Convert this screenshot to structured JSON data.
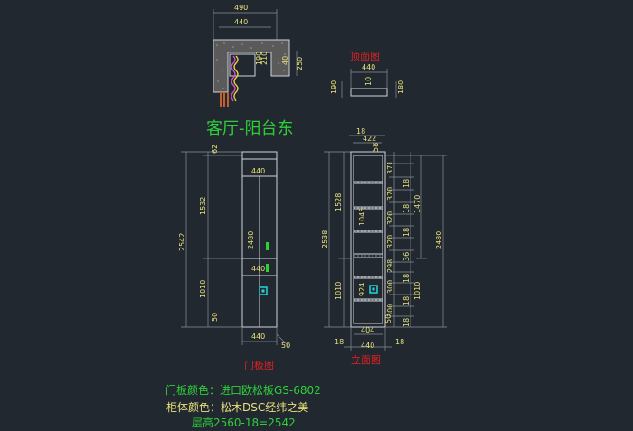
{
  "titles": {
    "room": "客厅-阳台东",
    "top_view": "顶面图",
    "door_view": "门板图",
    "elevation_view": "立面图"
  },
  "notes": {
    "door_color": "门板颜色：进口欧松板GS-6802",
    "body_color": "柜体颜色：松木DSC经纬之美",
    "floor_height": "层高2560-18=2542"
  },
  "plan_dims": {
    "top_outer": "490",
    "top_inner": "440",
    "d190": "190",
    "d210": "210",
    "d40": "40",
    "d250": "250"
  },
  "top_view_dims": {
    "width": "440",
    "left_height": "190",
    "inner": "10",
    "right_height": "180"
  },
  "door_dims": {
    "top_gap": "62",
    "upper": "1532",
    "total": "2542",
    "lower": "1010",
    "bottom": "50",
    "door_total": "2480",
    "width_top": "440",
    "width_mid": "440",
    "width_bottom": "440",
    "offset": "50"
  },
  "elev_dims": {
    "top_thk": "18",
    "inner_w": "422",
    "top_gap": "58",
    "total": "2538",
    "upper": "1528",
    "lower": "1010",
    "middle_span": "1045",
    "lower_span": "924",
    "shelves": [
      "371",
      "18",
      "370",
      "18",
      "320",
      "18",
      "320",
      "36",
      "298",
      "18",
      "300",
      "18",
      "300",
      "18"
    ],
    "right_upper": "1470",
    "right_total": "2480",
    "right_lower": "1010",
    "bottom": "50",
    "inner_bottom": "404",
    "side_left": "18",
    "width": "440",
    "side_right": "18"
  }
}
